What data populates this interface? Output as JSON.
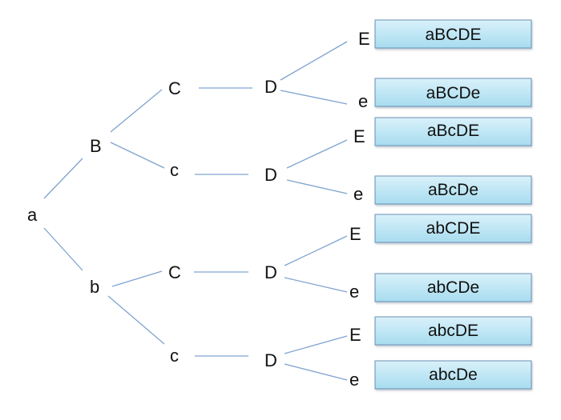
{
  "colors": {
    "edge": "#7fa3cf",
    "box_top": "#d9f1fa",
    "box_bottom": "#a7dcef",
    "box_border": "#6a8fb4",
    "text": "#111111"
  },
  "nodes": {
    "a": "a",
    "B": "B",
    "b": "b",
    "BC": "C",
    "Bc": "c",
    "bC": "C",
    "bc": "c",
    "BCD": "D",
    "BcD": "D",
    "bCD": "D",
    "bcD": "D",
    "BCDE": "E",
    "BCDe": "e",
    "BcDE": "E",
    "BcDe": "e",
    "bCDE": "E",
    "bCDe": "e",
    "bcDE": "E",
    "bcDe": "e"
  },
  "outcomes": [
    "aBCDE",
    "aBCDe",
    "aBcDE",
    "aBcDe",
    "abCDE",
    "abCDe",
    "abcDE",
    "abcDe"
  ]
}
